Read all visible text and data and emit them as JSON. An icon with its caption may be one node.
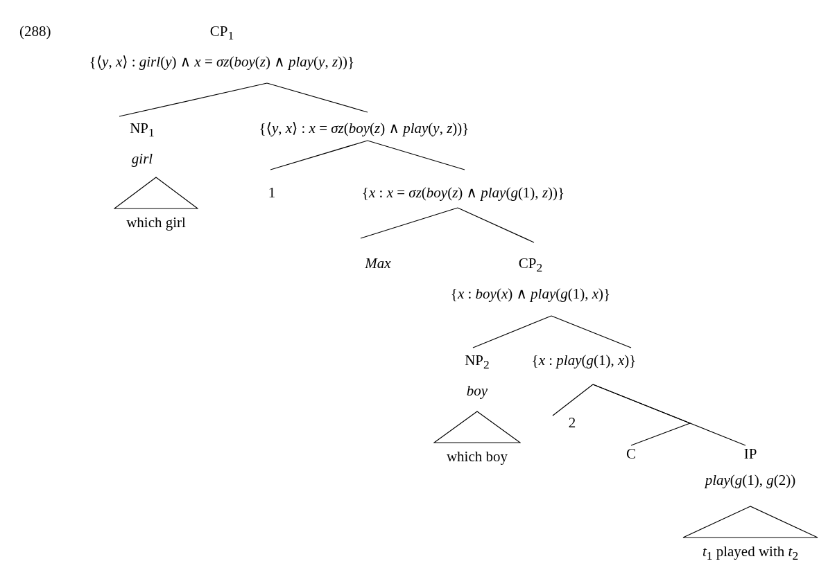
{
  "diagram": {
    "nodes": [
      {
        "text": [
          "CP$_{1}$",
          "{⟨*y*, *x*⟩ : *girl*(*y*) ∧ *x* = *σz*(*boy*(*z*) ∧ *play*(*y*, *z*))}"
        ]
      },
      {
        "text": [
          "NP$_{1}$",
          "girl"
        ]
      },
      {
        "text": [
          "{⟨*y*, *x*⟩ : *x* = *σz*(*boy*(*z*) ∧ *play*(*y*, *z*))}"
        ]
      },
      {
        "text": [
          "which girl"
        ]
      },
      {
        "text": [
          "1"
        ]
      },
      {
        "text": [
          "{*x* : *x* = *σz*(*boy*(*z*) ∧ *play*(*g*(1), *z*))}"
        ]
      },
      {
        "text": [
          "Max"
        ]
      },
      {
        "text": [
          "CP$_{2}$",
          "{*x* : *boy*(*x*) ∧ *play*(*g*(1), *x*)}"
        ]
      },
      {
        "text": [
          "NP$_{2}$",
          "boy"
        ]
      },
      {
        "text": [
          "{*x* : *play*(*g*(1), *x*)}"
        ]
      },
      {
        "text": [
          "which boy"
        ]
      },
      {
        "text": [
          "2"
        ]
      },
      {
        "text": [
          "C"
        ]
      },
      {
        "text": [
          "IP",
          "*play*(*g*(1), *g*(2))"
        ]
      },
      {
        "text": [
          "*t*$_{1}$ played with *t*$_{2}$"
        ]
      }
    ],
    "edges": [
      {
        "from": 0,
        "to": 1,
        "arrow": "none"
      },
      {
        "from": 0,
        "to": 2,
        "arrow": "none"
      },
      {
        "from": 2,
        "to": 4,
        "arrow": "none"
      },
      {
        "from": 2,
        "to": 5,
        "arrow": "none"
      },
      {
        "from": 5,
        "to": 6,
        "arrow": "none"
      },
      {
        "from": 5,
        "to": 7,
        "arrow": "none"
      },
      {
        "from": 7,
        "to": 8,
        "arrow": "none"
      },
      {
        "from": 7,
        "to": 9,
        "arrow": "none"
      },
      {
        "from": 9,
        "to": 11,
        "arrow": "none"
      },
      {
        "from": 9,
        "to": 12,
        "arrow": "none"
      },
      {
        "from": 9,
        "to": 13,
        "arrow": "none"
      }
    ],
    "labels": [
      "(288)"
    ]
  }
}
